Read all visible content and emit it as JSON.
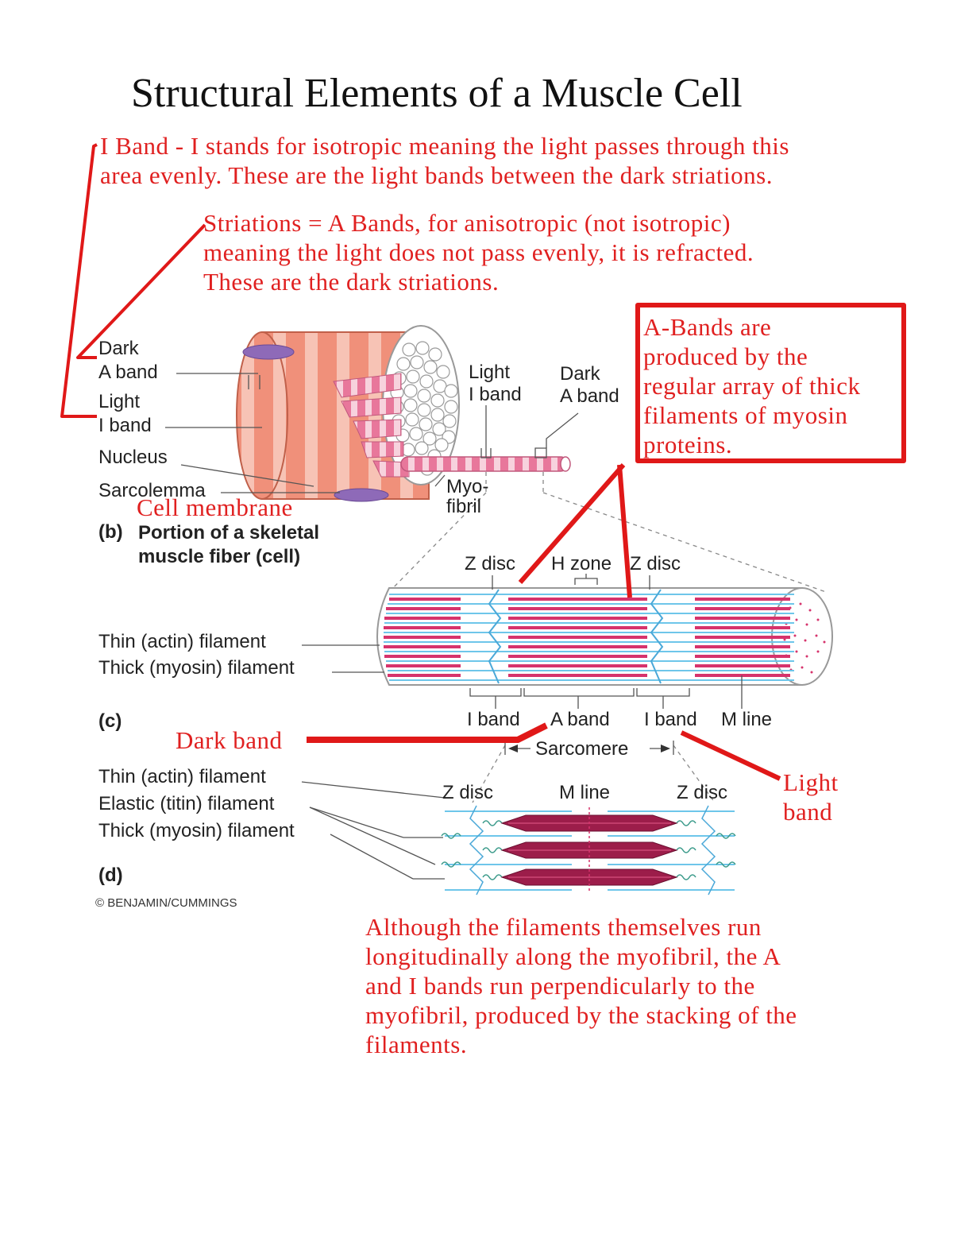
{
  "title": "Structural Elements of a Muscle Cell",
  "notes": {
    "i_band_lines": [
      "I Band - I stands for isotropic meaning the light passes through this",
      "area evenly.  These are the light bands between the dark striations."
    ],
    "striations_lines": [
      "Striations = A Bands, for anisotropic (not isotropic)",
      "meaning the light does not pass evenly, it is refracted.",
      "These are the dark striations."
    ],
    "a_bands_box_lines": [
      "A-Bands are",
      "produced by the",
      "regular array of thick",
      "filaments of myosin",
      "proteins."
    ],
    "cell_membrane": "Cell membrane",
    "dark_band": "Dark band",
    "light_band_lines": [
      "Light",
      "band"
    ],
    "bottom_lines": [
      "Although the filaments themselves run",
      "longitudinally along the myofibril, the A",
      "and I bands run perpendicularly to the",
      "myofibril, produced by the stacking of the",
      "filaments."
    ]
  },
  "figure_b": {
    "dark_label_lines": [
      "Dark",
      "A band"
    ],
    "light_label_lines": [
      "Light",
      "I band"
    ],
    "nucleus": "Nucleus",
    "sarcolemma": "Sarcolemma",
    "light_i_band_lines": [
      "Light",
      "I band"
    ],
    "dark_a_band_lines": [
      "Dark",
      "A band"
    ],
    "myofibril_lines": [
      "Myo-",
      "fibril"
    ],
    "caption_letter": "(b)",
    "caption_lines": [
      "Portion of a skeletal",
      "muscle fiber (cell)"
    ]
  },
  "figure_c": {
    "z_disc_left": "Z disc",
    "h_zone": "H zone",
    "z_disc_right": "Z disc",
    "thin_filament": "Thin (actin) filament",
    "thick_filament": "Thick (myosin) filament",
    "letter": "(c)",
    "i_band_left": "I band",
    "a_band": "A band",
    "i_band_right": "I band",
    "m_line": "M line",
    "sarcomere": "Sarcomere"
  },
  "figure_d": {
    "thin_filament": "Thin (actin) filament",
    "elastic_filament": "Elastic (titin) filament",
    "thick_filament": "Thick (myosin) filament",
    "z_disc_left": "Z disc",
    "m_line": "M line",
    "z_disc_right": "Z disc",
    "letter": "(d)"
  },
  "credit": "© BENJAMIN/CUMMINGS",
  "colors": {
    "annotation_red": "#e02020",
    "fiber_salmon": "#f0907a",
    "filament_magenta": "#d6336c",
    "filament_cyan": "#6ec6ea",
    "myosin_dark": "#9c1d4a",
    "nucleus_purple": "#8e6ab8"
  }
}
